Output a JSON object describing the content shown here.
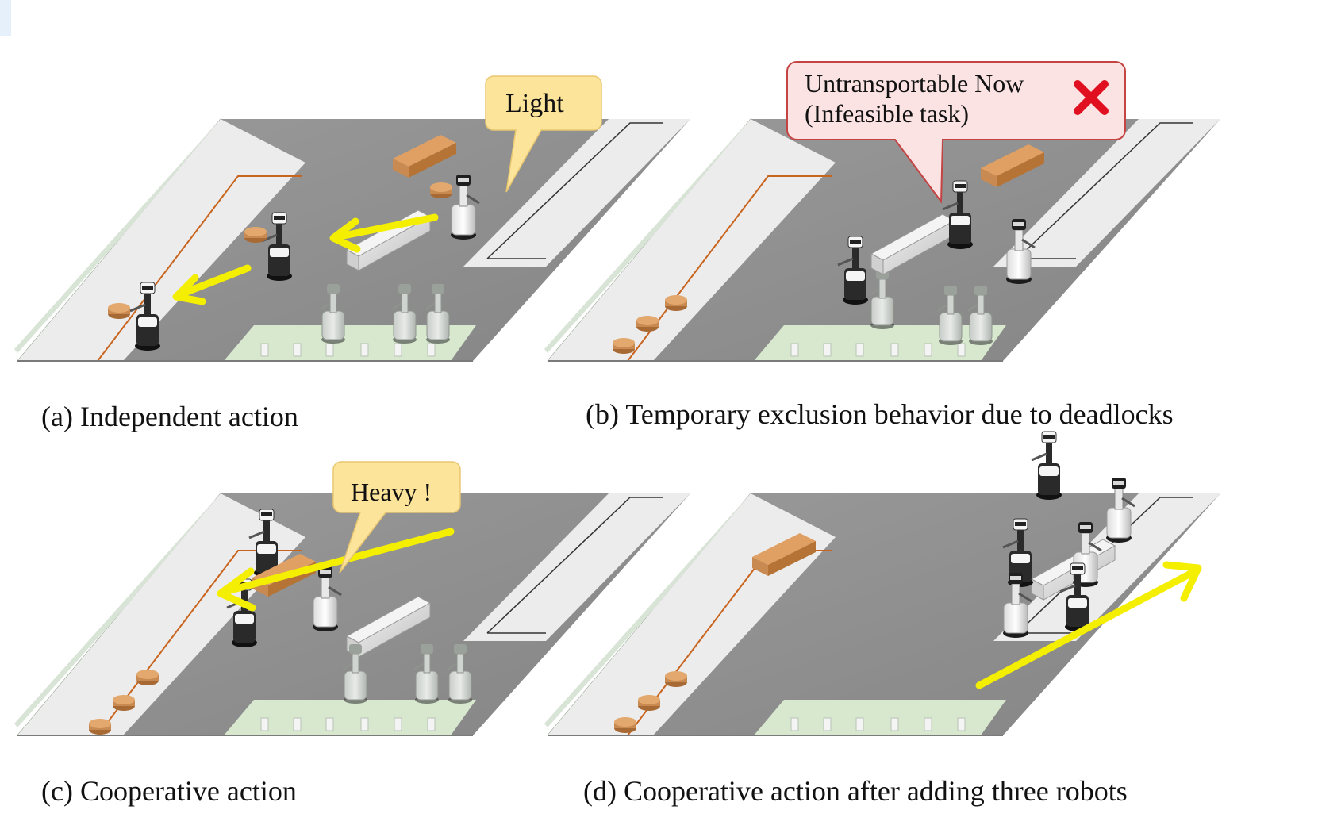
{
  "captions": {
    "a": "(a) Independent action",
    "b": "(b) Temporary exclusion behavior due to deadlocks",
    "c": "(c) Cooperative action",
    "d": "(d) Cooperative action after adding three robots"
  },
  "callouts": {
    "light": "Light",
    "heavy": "Heavy !",
    "untransportable_line1": "Untransportable Now",
    "untransportable_line2": "(Infeasible task)"
  },
  "icons": {
    "infeasible": "red-cross-icon"
  },
  "colors": {
    "floor": "#8f8f8f",
    "floor_edge": "#7a7a7a",
    "wall": "#a9bea4",
    "walkway": "#ececec",
    "start_zone": "#d7e8cf",
    "box": "#c98a52",
    "arrow": "#f4ee00",
    "callout_yellow": "#fde49b",
    "callout_pink": "#fbe3e3",
    "callout_pink_border": "#c44444",
    "cross": "#e01020"
  }
}
